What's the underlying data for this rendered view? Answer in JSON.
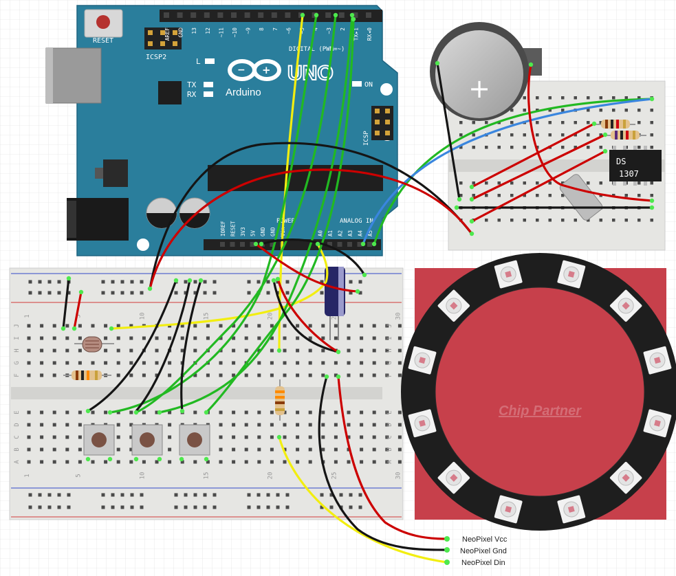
{
  "colors": {
    "arduino_board": "#2a7e9c",
    "breadboard": "#e6e6e3",
    "ring_background": "#c7404b",
    "ring_pcb": "#1e1e1e",
    "wire_red": "#cc0000",
    "wire_black": "#151515",
    "wire_green": "#22b922",
    "wire_yellow": "#f2ee10",
    "wire_blue": "#3a86de",
    "rail_red": "#d23a3a",
    "rail_blue": "#3348c8"
  },
  "arduino": {
    "reset_label": "RESET",
    "icsp2_label": "ICSP2",
    "icsp_label": "ICSP",
    "brand": "Arduino",
    "model": "UNO",
    "on_label": "ON",
    "l_label": "L",
    "tx_label": "TX",
    "rx_label": "RX",
    "digital_header": "DIGITAL (PWM=~)",
    "power_header": "POWER",
    "analog_header": "ANALOG IN",
    "digital_pins": [
      "AREF",
      "GND",
      "13",
      "12",
      "~11",
      "~10",
      "~9",
      "8",
      "7",
      "~6",
      "~5",
      "4",
      "~3",
      "2",
      "TX▸1",
      "RX◂0"
    ],
    "power_pins": [
      "IOREF",
      "RESET",
      "3V3",
      "5V",
      "GND",
      "GND",
      "Vin"
    ],
    "analog_pins": [
      "A0",
      "A1",
      "A2",
      "A3",
      "A4",
      "A5"
    ]
  },
  "rtc": {
    "chip_label_line1": "DS",
    "chip_label_line2": "1307"
  },
  "main_breadboard": {
    "column_numbers": [
      "1",
      "5",
      "10",
      "15",
      "20",
      "25",
      "30"
    ],
    "top_row_letters": [
      "J",
      "I",
      "H",
      "G",
      "F"
    ],
    "bottom_row_letters": [
      "E",
      "D",
      "C",
      "B",
      "A"
    ]
  },
  "neopixel": {
    "ring_label": "Chip Partner",
    "pixel_count": 12
  },
  "wire_labels": {
    "vcc": "NeoPixel Vcc",
    "gnd": "NeoPixel Gnd",
    "din": "NeoPixel Din"
  }
}
